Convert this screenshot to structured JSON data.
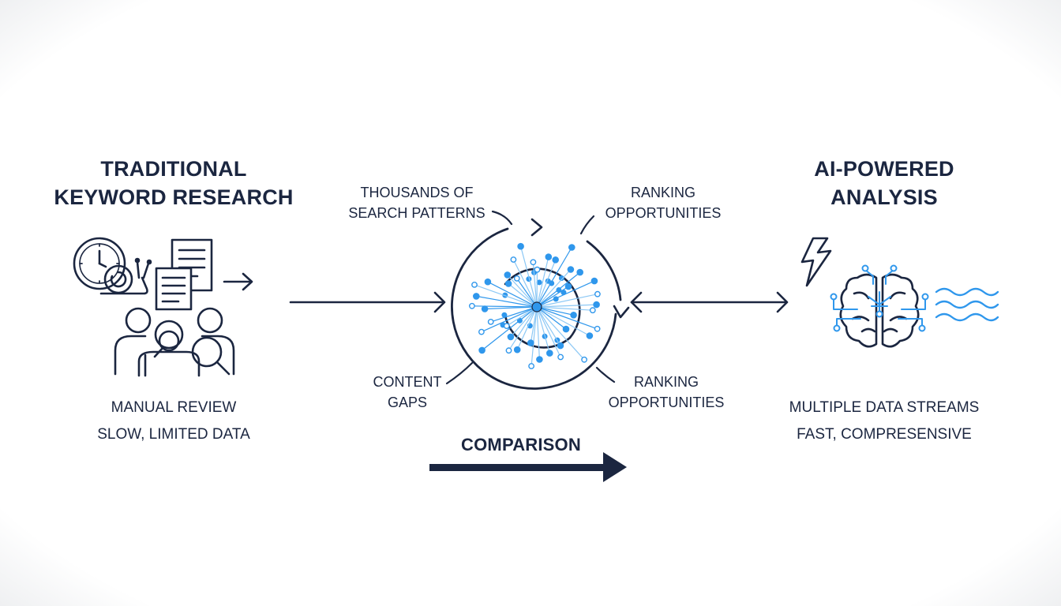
{
  "left_panel": {
    "title_lines": [
      "TRADITIONAL",
      "KEYWORD RESEARCH"
    ],
    "caption_lines": [
      "MANUAL REVIEW",
      "SLOW, LIMITED DATA"
    ]
  },
  "right_panel": {
    "title_lines": [
      "AI-POWERED",
      "ANALYSIS"
    ],
    "caption_lines": [
      "MULTIPLE DATA STREAMS",
      "FAST, COMPRESENSIVE"
    ]
  },
  "center": {
    "callouts": {
      "top_left": [
        "THOUSANDS OF",
        "SEARCH PATTERNS"
      ],
      "top_right": [
        "RANKING",
        "OPPORTUNITIES"
      ],
      "bottom_left": [
        "CONTENT",
        "GAPS"
      ],
      "bottom_right": [
        "RANKING",
        "OPPORTUNITIES"
      ]
    },
    "comparison_label": "COMPARISON"
  },
  "colors": {
    "navy": "#1b2640",
    "accent_blue": "#2f97ec",
    "light_blue": "#8cc8f5"
  },
  "icons": {
    "left": [
      "clock-icon",
      "snail-icon",
      "document-icon",
      "people-magnifier-icon"
    ],
    "right": [
      "lightning-icon",
      "brain-circuit-icon",
      "data-waves-icon"
    ],
    "center": "neural-network-circle-icon"
  }
}
